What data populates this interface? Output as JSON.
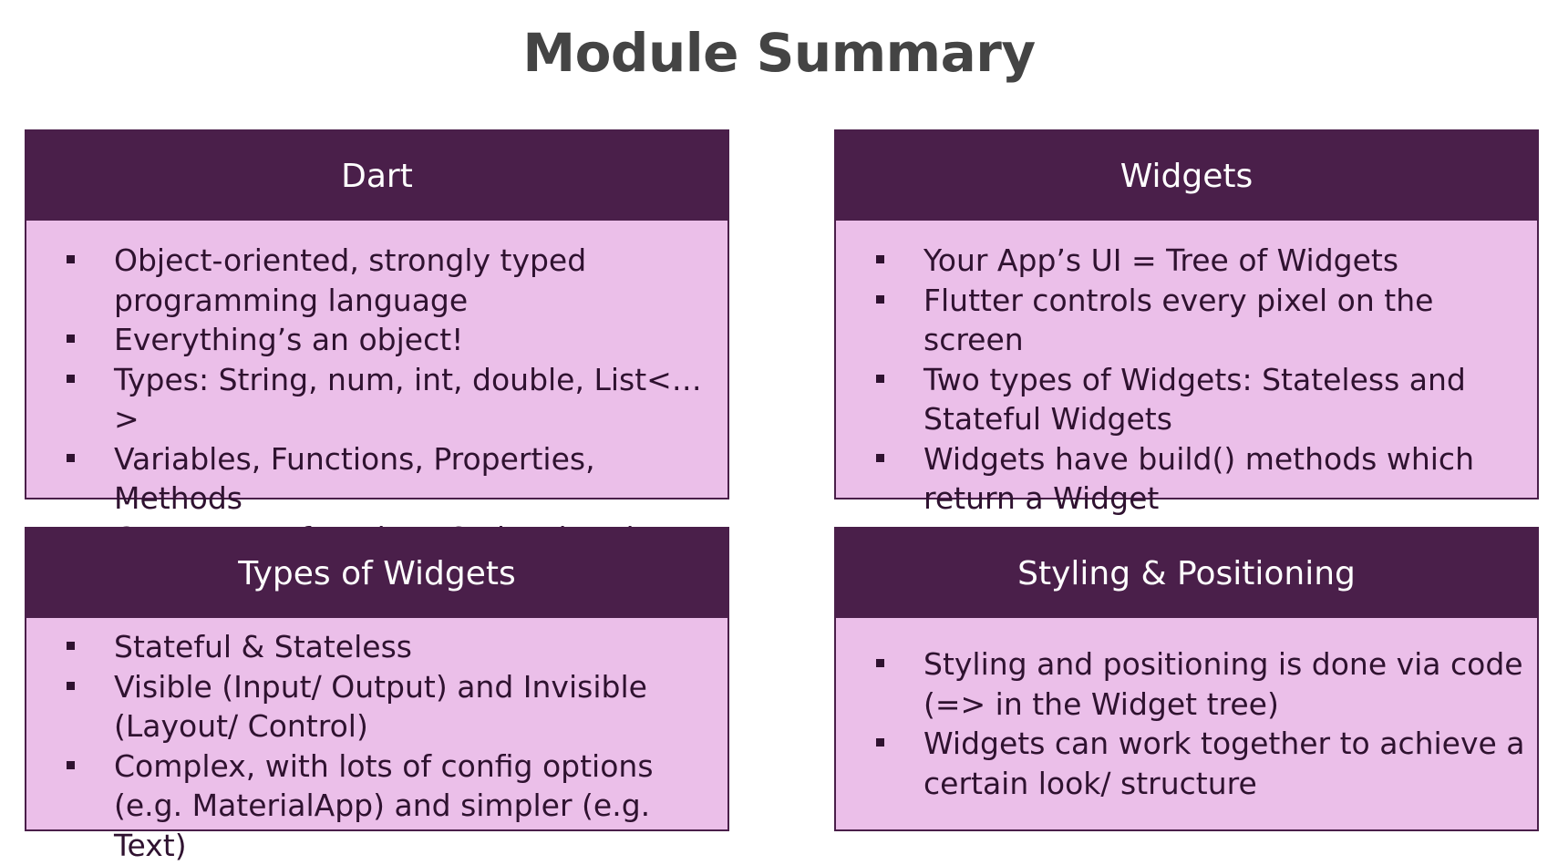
{
  "title": "Module Summary",
  "cards": [
    {
      "header": "Dart",
      "items": [
        "Object-oriented, strongly typed programming language",
        "Everything’s an object!",
        "Types: String, num, int, double, List<…>",
        "Variables, Functions, Properties, Methods",
        "Constructor functions & shorthands"
      ]
    },
    {
      "header": "Widgets",
      "items": [
        "Your App’s UI = Tree of Widgets",
        "Flutter controls every pixel on the screen",
        "Two types of Widgets: Stateless and Stateful Widgets",
        "Widgets have build() methods which return a Widget"
      ]
    },
    {
      "header": "Types of Widgets",
      "items": [
        "Stateful & Stateless",
        "Visible (Input/ Output) and Invisible (Layout/ Control)",
        "Complex, with lots of config options (e.g. MaterialApp) and simpler (e.g. Text)"
      ]
    },
    {
      "header": "Styling & Positioning",
      "items": [
        "Styling and positioning is done via code (=> in the Widget tree)",
        "Widgets can work together to achieve a certain look/ structure"
      ]
    }
  ],
  "colors": {
    "header_bg": "#4a1f4a",
    "body_bg": "#ebbfe9",
    "title_text": "#444444"
  }
}
